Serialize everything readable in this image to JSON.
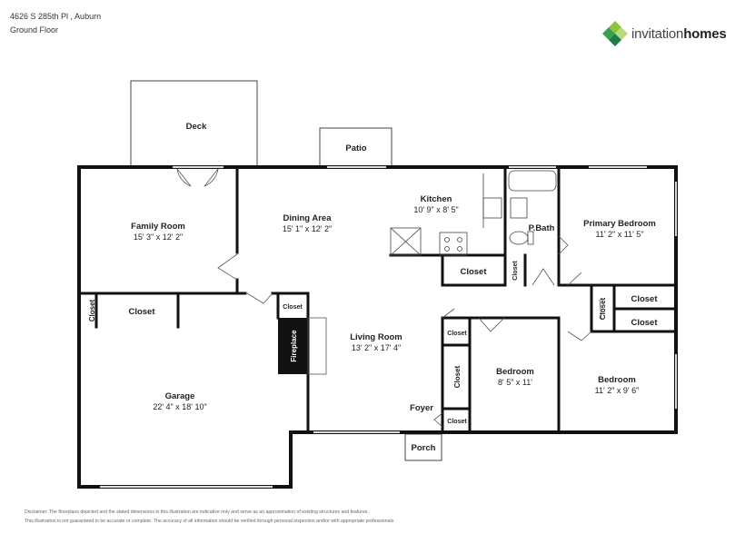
{
  "header": {
    "address": "4626 S 285th Pl , Auburn",
    "floor": "Ground Floor"
  },
  "logo": {
    "word1": "invitation",
    "word2": "homes",
    "colors": [
      "#8cc63f",
      "#3aa050",
      "#1f7a45",
      "#b9dc7a"
    ]
  },
  "rooms": {
    "deck": "Deck",
    "patio": "Patio",
    "family_room": {
      "name": "Family Room",
      "dims": "15' 3\" x 12' 2\""
    },
    "dining_area": {
      "name": "Dining Area",
      "dims": "15' 1\" x 12' 2\""
    },
    "kitchen": {
      "name": "Kitchen",
      "dims": "10' 9\" x 8' 5\""
    },
    "p_bath": "P.Bath",
    "primary_bedroom": {
      "name": "Primary Bedroom",
      "dims": "11' 2\" x 11' 5\""
    },
    "living_room": {
      "name": "Living Room",
      "dims": "13' 2\" x 17' 4\""
    },
    "garage": {
      "name": "Garage",
      "dims": "22' 4\" x 18' 10\""
    },
    "bedroom_mid": {
      "name": "Bedroom",
      "dims": "8' 5\" x 11'"
    },
    "bedroom_right": {
      "name": "Bedroom",
      "dims": "11' 2\" x 9' 6\""
    },
    "foyer": "Foyer",
    "porch": "Porch",
    "fireplace": "Fireplace",
    "closet": "Closet"
  },
  "disclaimer": {
    "line1": "Disclaimer: The floorplans depicted and the stated dimensions in this illustration are indicative only and serve as an approximation of existing structures and features.",
    "line2": "This illustration is not guaranteed to be accurate or complete. The accuracy of all information should be verified through personal inspection and/or with appropriate professionals."
  }
}
